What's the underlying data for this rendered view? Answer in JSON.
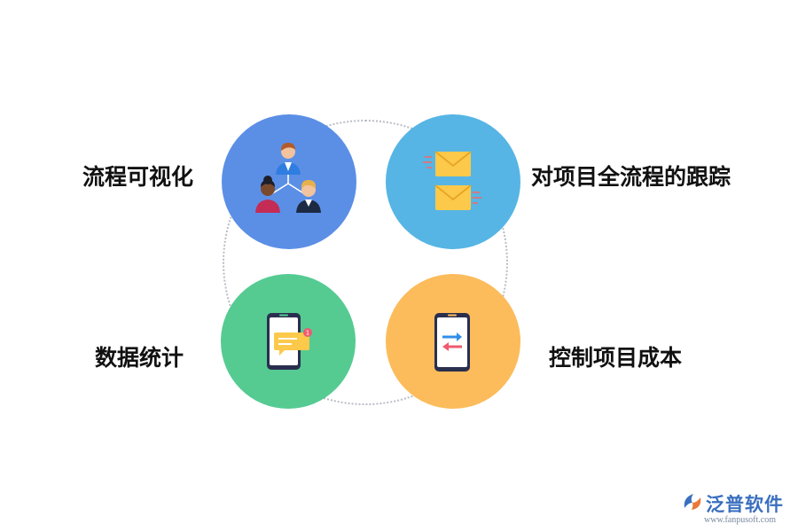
{
  "diagram": {
    "items": [
      {
        "label": "流程可视化",
        "icon": "people-network-icon",
        "color": "#5b8fe6"
      },
      {
        "label": "对项目全流程的跟踪",
        "icon": "envelopes-icon",
        "color": "#56b5e4"
      },
      {
        "label": "数据统计",
        "icon": "phone-message-icon",
        "color": "#55cb92"
      },
      {
        "label": "控制项目成本",
        "icon": "phone-transfer-icon",
        "color": "#fcbc5b"
      }
    ]
  },
  "brand": {
    "name": "泛普软件",
    "url": "www.fanpusoft.com"
  }
}
